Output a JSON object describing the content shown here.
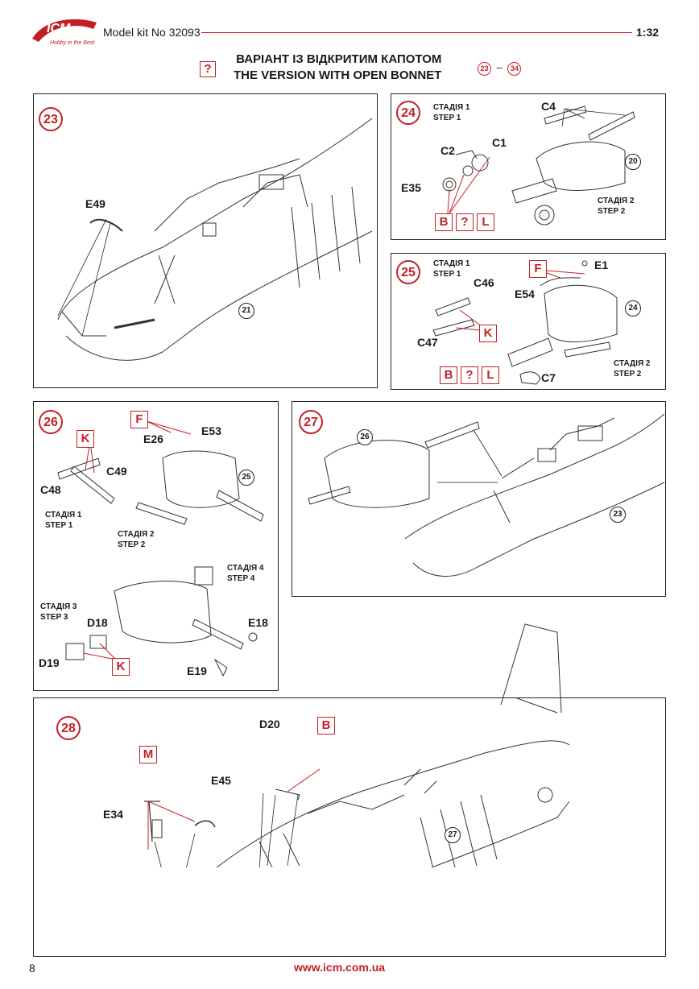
{
  "header": {
    "logo_text": "ICM",
    "logo_tagline": "Hobby in the Best",
    "model_kit": "Model kit No 32093",
    "scale": "1:32"
  },
  "variant": {
    "marker": "?",
    "title_ua": "ВАРІАНТ ІЗ ВІДКРИТИМ КАПОТОМ",
    "title_en": "THE VERSION WITH OPEN BONNET",
    "range_from": "23",
    "range_sep": "–",
    "range_to": "34"
  },
  "steps": {
    "s23": {
      "number": "23",
      "parts": {
        "e49": "E49"
      },
      "ref": "21"
    },
    "s24": {
      "number": "24",
      "stage1_ua": "СТАДІЯ 1",
      "stage1_en": "STEP 1",
      "stage2_ua": "СТАДІЯ 2",
      "stage2_en": "STEP 2",
      "parts": {
        "c4": "C4",
        "c2": "C2",
        "c1": "C1",
        "e35": "E35"
      },
      "ref": "20",
      "colors": [
        "B",
        "?",
        "L"
      ]
    },
    "s25": {
      "number": "25",
      "stage1_ua": "СТАДІЯ 1",
      "stage1_en": "STEP 1",
      "stage2_ua": "СТАДІЯ 2",
      "stage2_en": "STEP 2",
      "parts": {
        "e1": "E1",
        "c46": "C46",
        "e54": "E54",
        "c47": "C47",
        "c7": "C7"
      },
      "ref": "24",
      "color_f": "F",
      "color_k": "K",
      "colors": [
        "B",
        "?",
        "L"
      ]
    },
    "s26": {
      "number": "26",
      "stage1_ua": "СТАДІЯ 1",
      "stage1_en": "STEP 1",
      "stage2_ua": "СТАДІЯ 2",
      "stage2_en": "STEP 2",
      "stage3_ua": "СТАДІЯ 3",
      "stage3_en": "STEP 3",
      "stage4_ua": "СТАДІЯ 4",
      "stage4_en": "STEP 4",
      "parts": {
        "e26": "E26",
        "e53": "E53",
        "c49": "C49",
        "c48": "C48",
        "d18": "D18",
        "d19": "D19",
        "e18": "E18",
        "e19": "E19"
      },
      "ref": "25",
      "color_f": "F",
      "color_k1": "K",
      "color_k2": "K"
    },
    "s27": {
      "number": "27",
      "ref_engine": "26",
      "ref_fuselage": "23"
    },
    "s28": {
      "number": "28",
      "parts": {
        "d20": "D20",
        "e45": "E45",
        "e34": "E34"
      },
      "ref": "27",
      "color_b": "B",
      "color_m": "M"
    }
  },
  "footer": {
    "page": "8",
    "url": "www.icm.com.ua"
  },
  "colors": {
    "accent": "#c41f24",
    "line": "#222222"
  }
}
